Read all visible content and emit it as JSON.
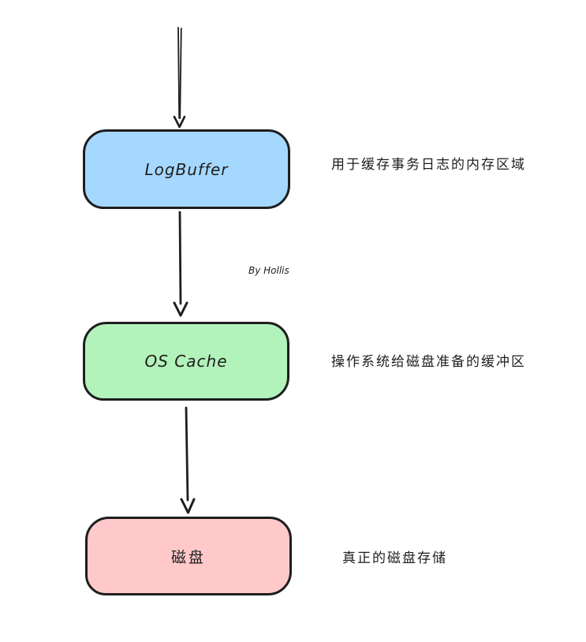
{
  "diagram": {
    "title": "",
    "credit": "By Hollis",
    "colors": {
      "stroke": "#1e1e1e",
      "background": "#ffffff",
      "logbuffer_fill": "#a5d8ff",
      "oscache_fill": "#b2f2bb",
      "disk_fill": "#ffc9c9"
    },
    "nodes": [
      {
        "id": "logbuffer",
        "label": "LogBuffer",
        "fill": "#a5d8ff",
        "description": "用于缓存事务日志的内存区域"
      },
      {
        "id": "os-cache",
        "label": "OS Cache",
        "fill": "#b2f2bb",
        "description": "操作系统给磁盘准备的缓冲区"
      },
      {
        "id": "disk",
        "label": "磁盘",
        "fill": "#ffc9c9",
        "description": "真正的磁盘存储"
      }
    ],
    "edges": [
      {
        "from": "external-input",
        "to": "logbuffer"
      },
      {
        "from": "logbuffer",
        "to": "os-cache"
      },
      {
        "from": "os-cache",
        "to": "disk"
      }
    ]
  }
}
